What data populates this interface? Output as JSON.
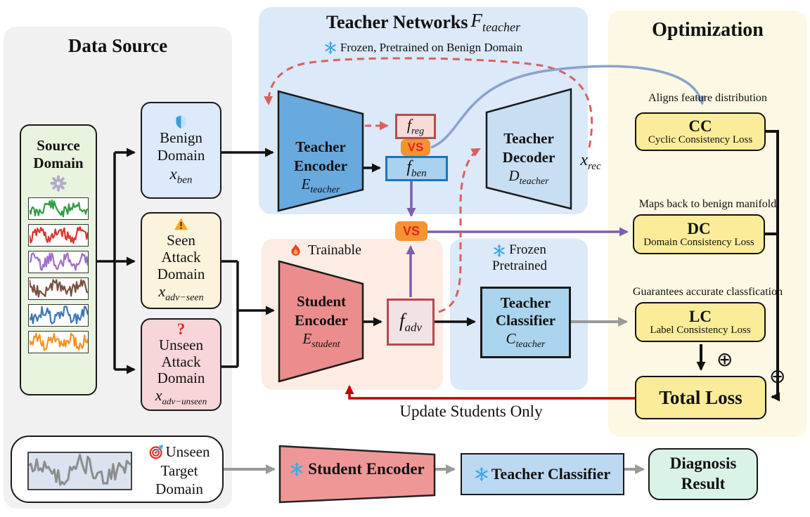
{
  "data_source": {
    "title": "Data Source",
    "source_domain": {
      "line1": "Source",
      "line2": "Domain"
    },
    "signal_colors": [
      "#2f9e44",
      "#d9362e",
      "#9b6fc9",
      "#7a4f3f",
      "#3b77b5",
      "#f6921e"
    ],
    "benign": {
      "line1": "Benign",
      "line2": "Domain",
      "math_base": "x",
      "math_sub": "ben"
    },
    "seen": {
      "line1": "Seen",
      "line2": "Attack",
      "line3": "Domain",
      "math_base": "x",
      "math_sub": "adv−seen"
    },
    "unseen": {
      "icon_glyph": "?",
      "line1": "Unseen",
      "line2": "Attack",
      "line3": "Domain",
      "math_base": "x",
      "math_sub": "adv−unseen"
    }
  },
  "teacher": {
    "title": "Teacher Networks",
    "title_math_base": "F",
    "title_math_sub": "teacher",
    "subtitle": "Frozen, Pretrained on Benign Domain",
    "encoder": {
      "line1": "Teacher",
      "line2": "Encoder",
      "math_base": "E",
      "math_sub": "teacher"
    },
    "decoder": {
      "line1": "Teacher",
      "line2": "Decoder",
      "math_base": "D",
      "math_sub": "teacher"
    },
    "f_reg": {
      "base": "f",
      "sub": "reg"
    },
    "f_ben": {
      "base": "f",
      "sub": "ben"
    },
    "x_rec": {
      "base": "x",
      "sub": "rec"
    },
    "vs_top": "VS",
    "vs_mid": "VS"
  },
  "student": {
    "badge": "Trainable",
    "encoder": {
      "line1": "Student",
      "line2": "Encoder",
      "math_base": "E",
      "math_sub": "student"
    },
    "f_adv": {
      "base": "f",
      "sub": "adv"
    }
  },
  "classifier": {
    "badge_line1": "Frozen",
    "badge_line2": "Pretrained",
    "box": {
      "line1": "Teacher",
      "line2": "Classifier",
      "math_base": "C",
      "math_sub": "teacher"
    }
  },
  "optimization": {
    "title": "Optimization",
    "cc": {
      "note": "Aligns feature distribution",
      "abbr": "CC",
      "name": "Cyclic Consistency Loss"
    },
    "dc": {
      "note": "Maps back to benign manifold",
      "abbr": "DC",
      "name": "Domain Consistency Loss"
    },
    "lc": {
      "note": "Guarantees accurate classfication",
      "abbr": "LC",
      "name": "Label Consistency Loss"
    },
    "total": "Total Loss",
    "plus1": "⊕",
    "plus2": "⊕"
  },
  "feedback_label": "Update Students Only",
  "inference": {
    "target": {
      "line1": "Unseen",
      "line2": "Target",
      "line3": "Domain"
    },
    "student_encoder": "Student Encoder",
    "teacher_classifier": "Teacher Classifier",
    "result_line1": "Diagnosis",
    "result_line2": "Result"
  },
  "colors": {
    "vs_badge": "#f59331",
    "vs_text": "#e0261d",
    "dashed_red": "#d9605f",
    "purple": "#7c5fad",
    "blue_curve": "#8aa2cc",
    "feedback_red": "#c00000",
    "signal_gray": "#8d8d8d"
  },
  "icons": {
    "frozen": "snowflake-icon",
    "trainable": "flame-icon",
    "benign": "shield-icon",
    "seen_attack": "warning-icon",
    "unseen_attack": "question-icon",
    "source_domain": "gear-icon",
    "unseen_target": "target-icon",
    "plus": "circled-plus"
  }
}
